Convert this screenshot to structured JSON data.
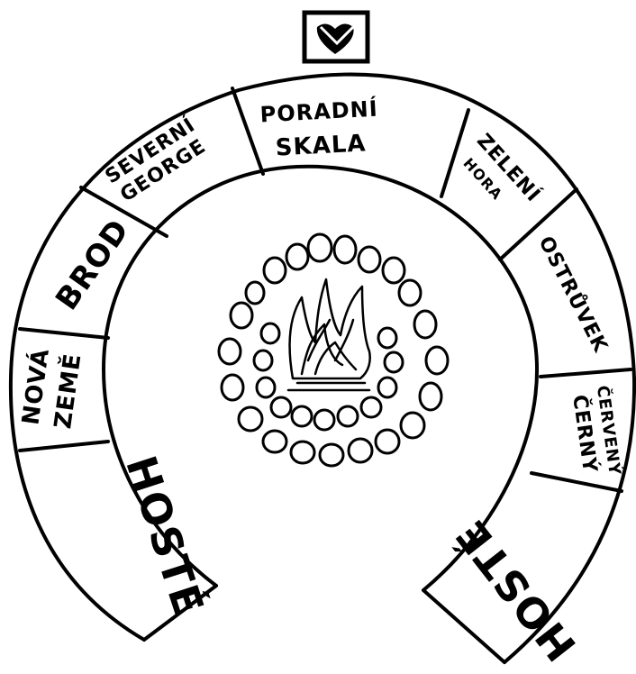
{
  "diagram": {
    "segments": {
      "hoste_left": "HOSTÉ",
      "nova_zeme": [
        "NOVÁ",
        "ZEMĚ"
      ],
      "brod": "BROD",
      "severni_george": [
        "SEVERNÍ",
        "GEORGE"
      ],
      "porادni_skala": [
        "PORADNÍ",
        "SKALA"
      ],
      "zeleni_hora": [
        "ZELENÍ",
        "HORA"
      ],
      "ostruvek": "OSTRŮVEK",
      "cerveny_cerny": [
        "ČERVENÝ",
        "ČERNÝ"
      ],
      "hoste_right": "HOSTÉ"
    },
    "top_emblem_icon": "heart-in-box-icon",
    "center_icon": "campfire-icon"
  }
}
